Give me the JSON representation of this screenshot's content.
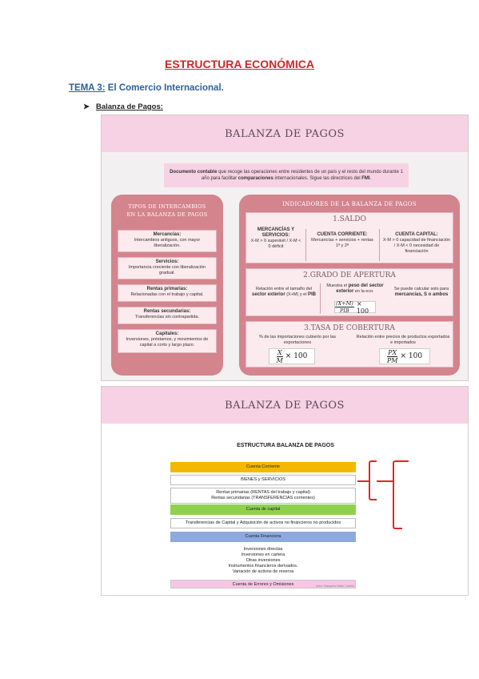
{
  "doc": {
    "title": "ESTRUCTURA ECONÓMICA",
    "tema_label": "TEMA 3:",
    "tema_text": " El Comercio Internacional.",
    "bullet_arrow": "➤",
    "bullet_label": "Balanza de Pagos:"
  },
  "slide1": {
    "heading": "BALANZA DE PAGOS",
    "definition": {
      "bold_start": "Documento contable",
      "text1": " que recoge las operaciones entre residentes de un país y el resto del mundo durante 1 año para facilitar ",
      "bold_mid": "comparaciones",
      "text2": " internacionales. Sigue las directrices del ",
      "bold_end": "FMI",
      "tail": "."
    },
    "tipos": {
      "title_line1": "TIPOS DE INTERCAMBIOS",
      "title_line2": "EN LA BALANZA DE PAGOS",
      "items": [
        {
          "name": "Mercancías:",
          "desc": "Intercambios antiguos, con mayor liberalización."
        },
        {
          "name": "Servicios:",
          "desc": "Importancia creciente con liberalización gradual."
        },
        {
          "name": "Rentas primarias:",
          "desc": "Relacionadas con el trabajo y capital."
        },
        {
          "name": "Rentas secundarias:",
          "desc": "Transferencias sin contrapartida."
        },
        {
          "name": "Capitales:",
          "desc": "Inversiones, préstamos, y movimientos de capital a corto y largo plazo."
        }
      ]
    },
    "indicadores": {
      "title": "INDICADORES DE LA BALANZA DE PAGOS",
      "saldo": {
        "heading": "1.SALDO",
        "cols": [
          {
            "title": "MERCANCÍAS Y SERVICIOS:",
            "desc": "X-M > 0 superávit / X-M < 0 déficit"
          },
          {
            "title": "CUENTA CORRIENTE:",
            "desc": "Mercancías + servicios + rentas 1ª y 2ª"
          },
          {
            "title": "CUENTA CAPITAL:",
            "desc": "X-M > 0 capacidad de financiación / X-M < 0 necesidad de financiación"
          }
        ]
      },
      "apertura": {
        "heading": "2.GRADO DE APERTURA",
        "col1": {
          "pre": "Relación entre el tamaño del ",
          "bold": "sector exterior",
          "mid": " (X+M) y el ",
          "bold2": "PIB"
        },
        "col2": {
          "pre": "Muestra el ",
          "bold": "peso del sector exterior",
          "tail": " en la eco."
        },
        "formula_num": "(X+M)",
        "formula_den": "PIB",
        "formula_times": "× 100",
        "col3": {
          "pre": "Se puede calcular solo para ",
          "bold": "mercancías, S o ambos"
        }
      },
      "cobertura": {
        "heading": "3.TASA DE COBERTURA",
        "col1": "% de las importaciones cubierto por las exportaciones",
        "formula1_num": "X",
        "formula1_den": "M",
        "formula1_times": "× 100",
        "col2": "Relación entre precios de productos exportados e importados",
        "formula2_num": "PX",
        "formula2_den": "PM",
        "formula2_times": "× 100"
      }
    }
  },
  "slide2": {
    "heading": "BALANZA DE PAGOS",
    "estructura_title": "ESTRUCTURA BALANZA DE PAGOS",
    "cuenta_corriente": "Cuenta Corriente",
    "bienes": "BIENES  y SERVICIOS",
    "rentas_primarias": "Rentas primarias (RENTAS del trabajo y capital)",
    "rentas_secundarias": "Rentas secundarias (TRANSFERENCIAS corrientes)",
    "cuenta_capital": "Cuenta de capital",
    "transferencias": "Transferencias de Capital y Adquisición de activos no financieros no producidos",
    "cuenta_financiera": "Cuenta Financiera",
    "financiera_items": [
      "Inversiones directas",
      "Inversiones en cartera",
      "Otras inversiones",
      "Instrumentos financieros derivados.",
      "Variación de activos de reserva"
    ],
    "errores": "Cuenta de Errores y Omisiones",
    "autor": "Autor: Margarita Millán Castilla",
    "colors": {
      "cuenta_corriente": "#f5b800",
      "cuenta_capital": "#8fd14f",
      "cuenta_financiera": "#8eaadb",
      "errores": "#f7c6e6",
      "brace": "#e0262a"
    }
  }
}
